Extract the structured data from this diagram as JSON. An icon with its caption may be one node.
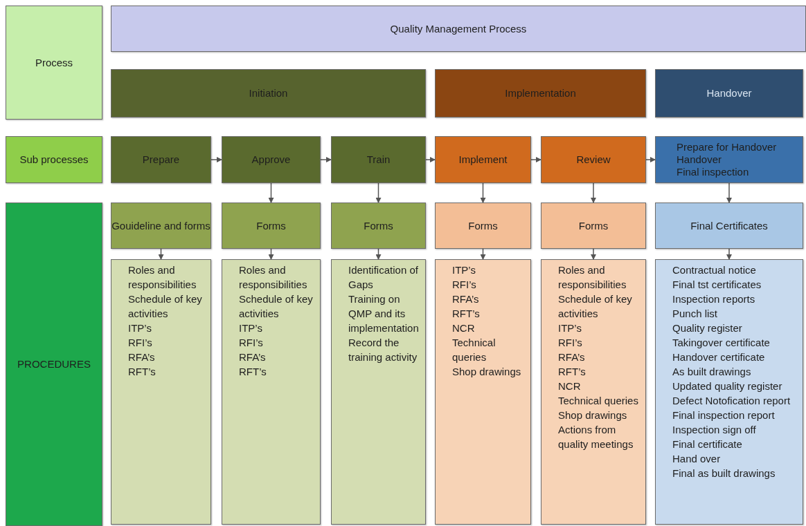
{
  "diagram": {
    "nodes": [
      {
        "text": [
          "Process"
        ]
      },
      {
        "text": [
          "Quality Management Process"
        ]
      },
      {
        "text": [
          "Initiation"
        ]
      },
      {
        "text": [
          "Implementation"
        ]
      },
      {
        "text": [
          "Handover"
        ]
      },
      {
        "text": [
          "Sub processes"
        ]
      },
      {
        "text": [
          "Prepare"
        ]
      },
      {
        "text": [
          "Approve"
        ]
      },
      {
        "text": [
          "Train"
        ]
      },
      {
        "text": [
          "Implement"
        ]
      },
      {
        "text": [
          "Review"
        ]
      },
      {
        "text": [
          "Prepare for Handover",
          "Handover",
          "Final inspection"
        ]
      },
      {
        "text": [
          "PROCEDURES"
        ]
      },
      {
        "text": [
          "Gouideline and forms"
        ]
      },
      {
        "text": [
          "Forms"
        ]
      },
      {
        "text": [
          "Forms"
        ]
      },
      {
        "text": [
          "Forms"
        ]
      },
      {
        "text": [
          "Forms"
        ]
      },
      {
        "text": [
          "Final Certificates"
        ]
      },
      {
        "text": [
          "Roles and responsibilities",
          "Schedule of key activities",
          "ITP’s",
          "RFI’s",
          "RFA’s",
          "RFT’s"
        ]
      },
      {
        "text": [
          "Roles and responsibilities",
          "Schedule of key activities",
          "ITP’s",
          "RFI’s",
          "RFA’s",
          "RFT’s"
        ]
      },
      {
        "text": [
          "Identification of Gaps",
          "Training on QMP  and its implementation",
          "Record the training activity"
        ]
      },
      {
        "text": [
          "ITP’s",
          "RFI’s",
          "RFA’s",
          "RFT’s",
          "NCR",
          "Technical queries",
          "Shop drawings"
        ]
      },
      {
        "text": [
          "Roles and responsibilities",
          "Schedule of key activities",
          "ITP’s",
          "RFI’s",
          "RFA’s",
          "RFT’s",
          "NCR",
          "Technical queries",
          "Shop drawings",
          "Actions from quality meetings"
        ]
      },
      {
        "text": [
          "Contractual notice",
          "Final tst certificates",
          "Inspection reports",
          "Punch list",
          "Quality register",
          "Takingover certificate",
          "Handover certificate",
          "As built drawings",
          "Updated quality register",
          "Defect Notofication report",
          "Final inspection report",
          "Inspection sign off",
          "Final certificate",
          "Hand over",
          "Final as built drawings"
        ]
      }
    ],
    "edges": [
      {
        "from": 6,
        "to": 7,
        "arrow": "to"
      },
      {
        "from": 7,
        "to": 8,
        "arrow": "to"
      },
      {
        "from": 8,
        "to": 9,
        "arrow": "to"
      },
      {
        "from": 9,
        "to": 10,
        "arrow": "to"
      },
      {
        "from": 10,
        "to": 11,
        "arrow": "to"
      },
      {
        "from": 7,
        "to": 14,
        "arrow": "to"
      },
      {
        "from": 8,
        "to": 15,
        "arrow": "to"
      },
      {
        "from": 9,
        "to": 16,
        "arrow": "to"
      },
      {
        "from": 10,
        "to": 17,
        "arrow": "to"
      },
      {
        "from": 11,
        "to": 18,
        "arrow": "to"
      },
      {
        "from": 13,
        "to": 19,
        "arrow": "to"
      },
      {
        "from": 14,
        "to": 20,
        "arrow": "to"
      },
      {
        "from": 15,
        "to": 21,
        "arrow": "to"
      },
      {
        "from": 16,
        "to": 22,
        "arrow": "to"
      },
      {
        "from": 17,
        "to": 23,
        "arrow": "to"
      },
      {
        "from": 18,
        "to": 24,
        "arrow": "to"
      }
    ]
  }
}
